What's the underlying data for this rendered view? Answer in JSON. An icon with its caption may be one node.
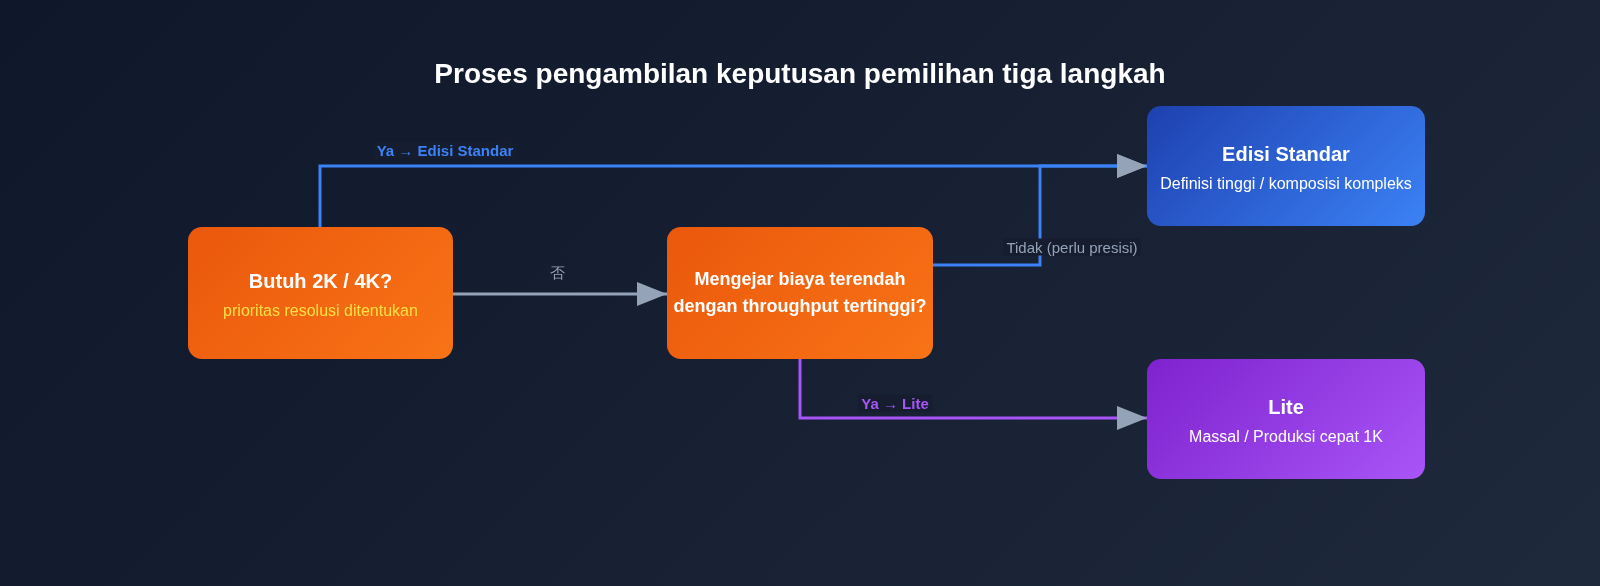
{
  "diagram": {
    "title": "Proses pengambilan keputusan pemilihan tiga langkah",
    "nodes": [
      {
        "text": [
          "Butuh 2K / 4K?",
          "prioritas resolusi ditentukan"
        ]
      },
      {
        "text": [
          "Mengejar biaya terendah dengan throughput tertinggi?"
        ]
      },
      {
        "text": [
          "Edisi Standar",
          "Definisi tinggi / komposisi kompleks"
        ]
      },
      {
        "text": [
          "Lite",
          "Massal / Produksi cepat 1K"
        ]
      }
    ],
    "edges": [
      {
        "from": 0,
        "to": 2,
        "arrow": "to",
        "label": "Ya → Edisi Standar",
        "color": "#3b82f6"
      },
      {
        "from": 0,
        "to": 1,
        "arrow": "to",
        "label": "否",
        "color": "#94a3b8"
      },
      {
        "from": 1,
        "to": 2,
        "arrow": "to",
        "label": "Tidak (perlu presisi)",
        "color": "#3b82f6"
      },
      {
        "from": 1,
        "to": 3,
        "arrow": "to",
        "label": "Ya → Lite",
        "color": "#a855f7"
      }
    ]
  }
}
